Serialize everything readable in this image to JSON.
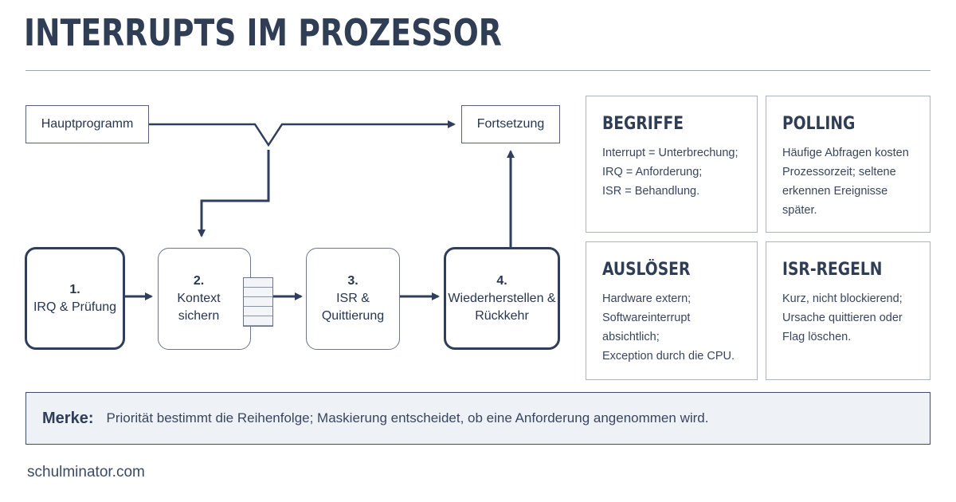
{
  "title": "INTERRUPTS IM PROZESSOR",
  "flow": {
    "main_program": "Hauptprogramm",
    "continuation": "Fortsetzung",
    "steps": [
      {
        "number": "1.",
        "line1": "IRQ & Prüfung",
        "line2": ""
      },
      {
        "number": "2.",
        "line1": "Kontext",
        "line2": "sichern"
      },
      {
        "number": "3.",
        "line1": "ISR &",
        "line2": "Quittierung"
      },
      {
        "number": "4.",
        "line1": "Wiederherstellen &",
        "line2": "Rückkehr"
      }
    ]
  },
  "cards": [
    {
      "heading": "BEGRIFFE",
      "lines": [
        "Interrupt = Unterbrechung;",
        "IRQ = Anforderung;",
        "ISR = Behandlung."
      ]
    },
    {
      "heading": "POLLING",
      "lines": [
        "Häufige Abfragen kosten",
        "Prozessorzeit; seltene",
        "erkennen Ereignisse später."
      ]
    },
    {
      "heading": "AUSLÖSER",
      "lines": [
        "Hardware extern;",
        "Softwareinterrupt absichtlich;",
        "Exception durch die CPU."
      ]
    },
    {
      "heading": "ISR-REGELN",
      "lines": [
        "Kurz, nicht blockierend;",
        "Ursache quittieren oder",
        "Flag löschen."
      ]
    }
  ],
  "note": {
    "label": "Merke:",
    "text": "Priorität bestimmt die Reihenfolge; Maskierung entscheidet, ob eine Anforderung angenommen wird."
  },
  "footer": "schulminator.com",
  "colors": {
    "primary": "#2f3d55",
    "note_bg": "#eef1f6",
    "border": "#aab4c4"
  }
}
